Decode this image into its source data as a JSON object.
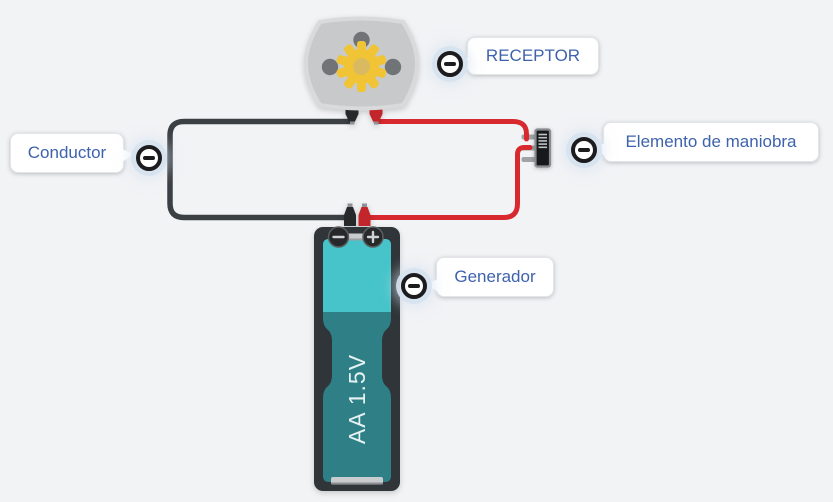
{
  "scene": {
    "background_color": "#f2f3f5",
    "description_labels_visible": 4
  },
  "callouts": {
    "receptor": "RECEPTOR",
    "elemento_maniobra": "Elemento de maniobra",
    "conductor": "Conductor",
    "generador": "Generador"
  },
  "battery": {
    "label": "AA 1.5V"
  },
  "icons": {
    "collapse_icon": "minus-in-circle",
    "battery_negative_mark": "minus-in-circle",
    "battery_positive_mark": "plus-in-circle"
  },
  "colors": {
    "background": "#f2f3f5",
    "wire_black": "#3b4045",
    "wire_red": "#d8292f",
    "motor_body": "#c8c9cb",
    "gear_yellow": "#f0c435",
    "battery_case": "#2f3538",
    "battery_teal_light": "#47c4ca",
    "battery_teal_dark": "#2f7f87",
    "callout_text": "#3e63ac",
    "callout_background": "#ffffff",
    "icon_halo": "#d6e2f0"
  }
}
